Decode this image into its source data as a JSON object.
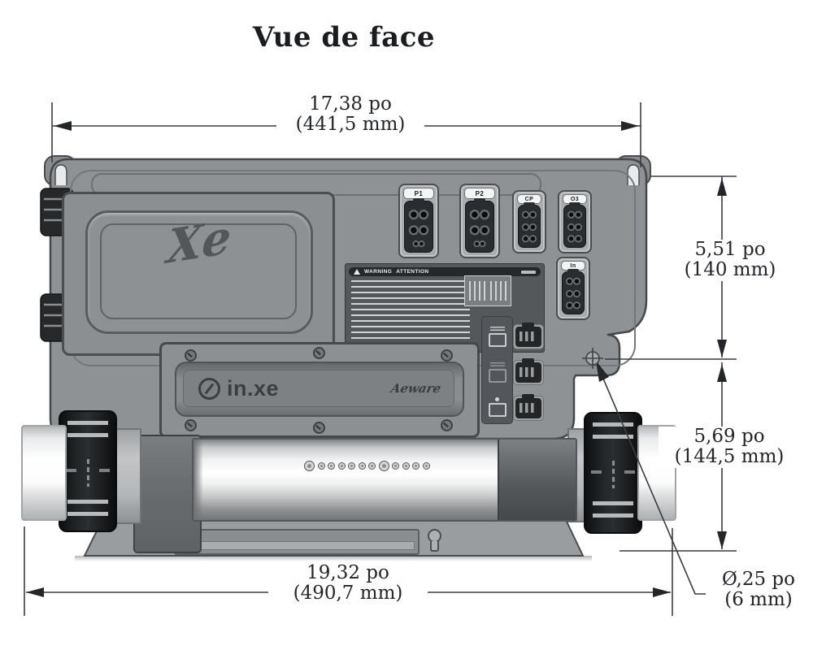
{
  "title": "Vue de face",
  "dimensions": {
    "width_top": {
      "in": "17,38 po",
      "mm": "(441,5 mm)"
    },
    "height_upper": {
      "in": "5,51 po",
      "mm": "(140 mm)"
    },
    "height_lower": {
      "in": "5,69 po",
      "mm": "(144,5 mm)"
    },
    "width_bottom": {
      "in": "19,32 po",
      "mm": "(490,7 mm)"
    },
    "mounting_hole": {
      "in": "Ø,25 po",
      "mm": "(6 mm)"
    }
  },
  "unit": {
    "connectors": [
      {
        "label": "P1"
      },
      {
        "label": "P2"
      },
      {
        "label": "CP"
      },
      {
        "label": "O3"
      },
      {
        "label": "In"
      }
    ],
    "logos": {
      "door": "Xe",
      "panel": "in.xe",
      "brand": "Aeware"
    },
    "warning": {
      "left": "WARNING",
      "right": "ATTENTION"
    }
  },
  "colors": {
    "ink": "#1e2124",
    "dimension_line": "#3a3d40",
    "enclosure": "#8f9295",
    "enclosure_dark": "#55585b",
    "rubber_black": "#1b1d1f",
    "metal_highlight": "#ffffff"
  }
}
